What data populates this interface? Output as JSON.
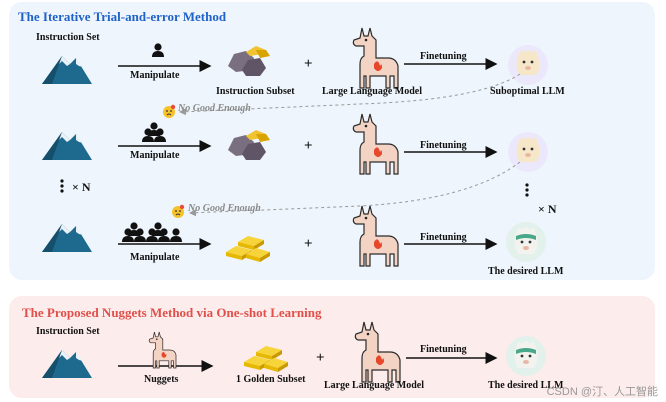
{
  "top_panel": {
    "title": "The Iterative Trial-and-error Method",
    "instruction_set": "Instruction Set",
    "manipulate": "Manipulate",
    "instruction_subset": "Instruction Subset",
    "plus": "+",
    "llm": "Large Language Model",
    "finetuning": "Finetuning",
    "suboptimal": "Suboptimal LLM",
    "not_good": "No Good Enough",
    "times_n": "× N",
    "desired": "The desired LLM"
  },
  "bottom_panel": {
    "title": "The Proposed Nuggets Method via One-shot Learning",
    "instruction_set": "Instruction Set",
    "nuggets": "Nuggets",
    "golden_subset": "1 Golden Subset",
    "plus": "+",
    "llm": "Large Language Model",
    "finetuning": "Finetuning",
    "desired": "The desired LLM"
  },
  "watermark": "CSDN @汀、人工智能",
  "colors": {
    "top_bg": "#eef5fc",
    "bottom_bg": "#fdecec",
    "mountain": "#1d6a8e",
    "gold": "#f3c320",
    "llama": "#f3d3c4"
  }
}
